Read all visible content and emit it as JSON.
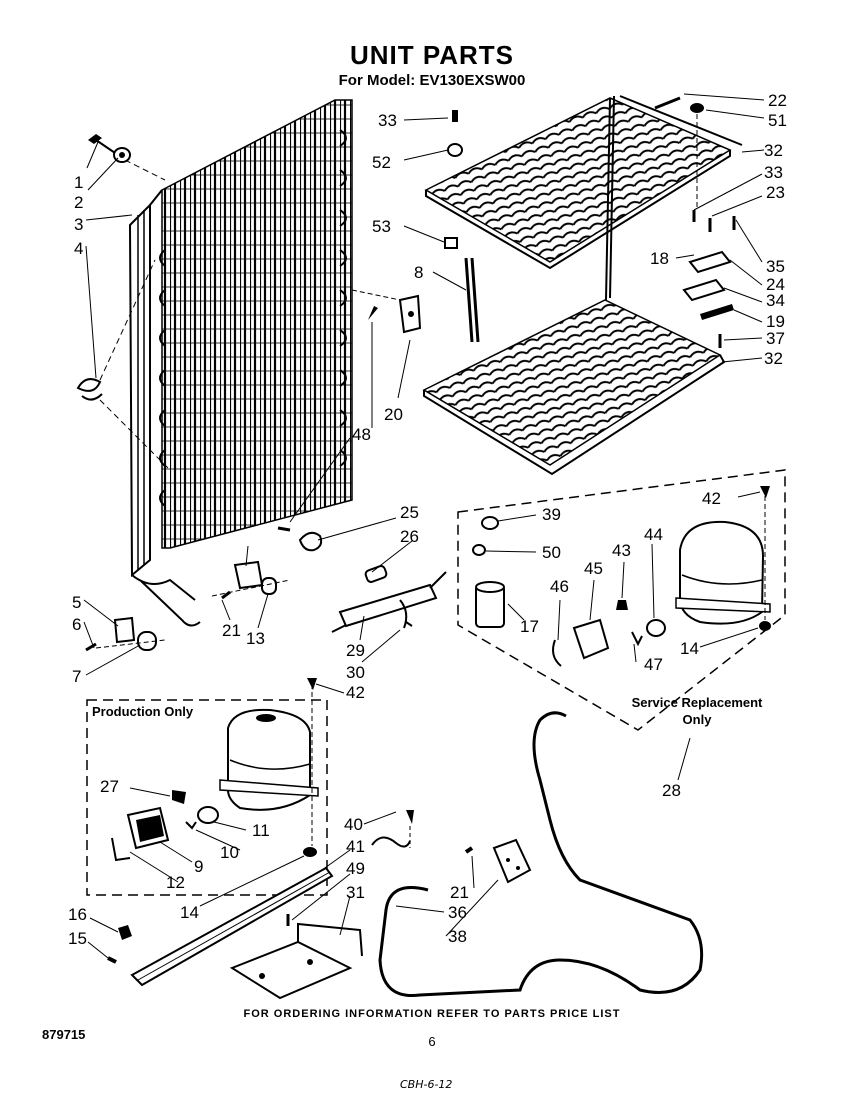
{
  "header": {
    "title": "UNIT PARTS",
    "model": "For Model: EV130EXSW00"
  },
  "boxes": {
    "production": "Production Only",
    "service_line1": "Service Replacement",
    "service_line2": "Only"
  },
  "footer": {
    "ordering_note": "FOR ORDERING INFORMATION REFER TO PARTS PRICE LIST",
    "doc_number": "879715",
    "page_number": "6",
    "handwritten": "CBH-6-12"
  },
  "callouts": [
    "1",
    "2",
    "3",
    "4",
    "5",
    "6",
    "7",
    "8",
    "9",
    "10",
    "11",
    "12",
    "13",
    "14",
    "15",
    "16",
    "17",
    "18",
    "19",
    "20",
    "21",
    "22",
    "23",
    "24",
    "25",
    "26",
    "27",
    "28",
    "29",
    "30",
    "31",
    "32",
    "33",
    "34",
    "35",
    "36",
    "37",
    "38",
    "39",
    "40",
    "41",
    "42",
    "43",
    "44",
    "45",
    "46",
    "47",
    "48",
    "49",
    "50",
    "51",
    "52",
    "53"
  ]
}
